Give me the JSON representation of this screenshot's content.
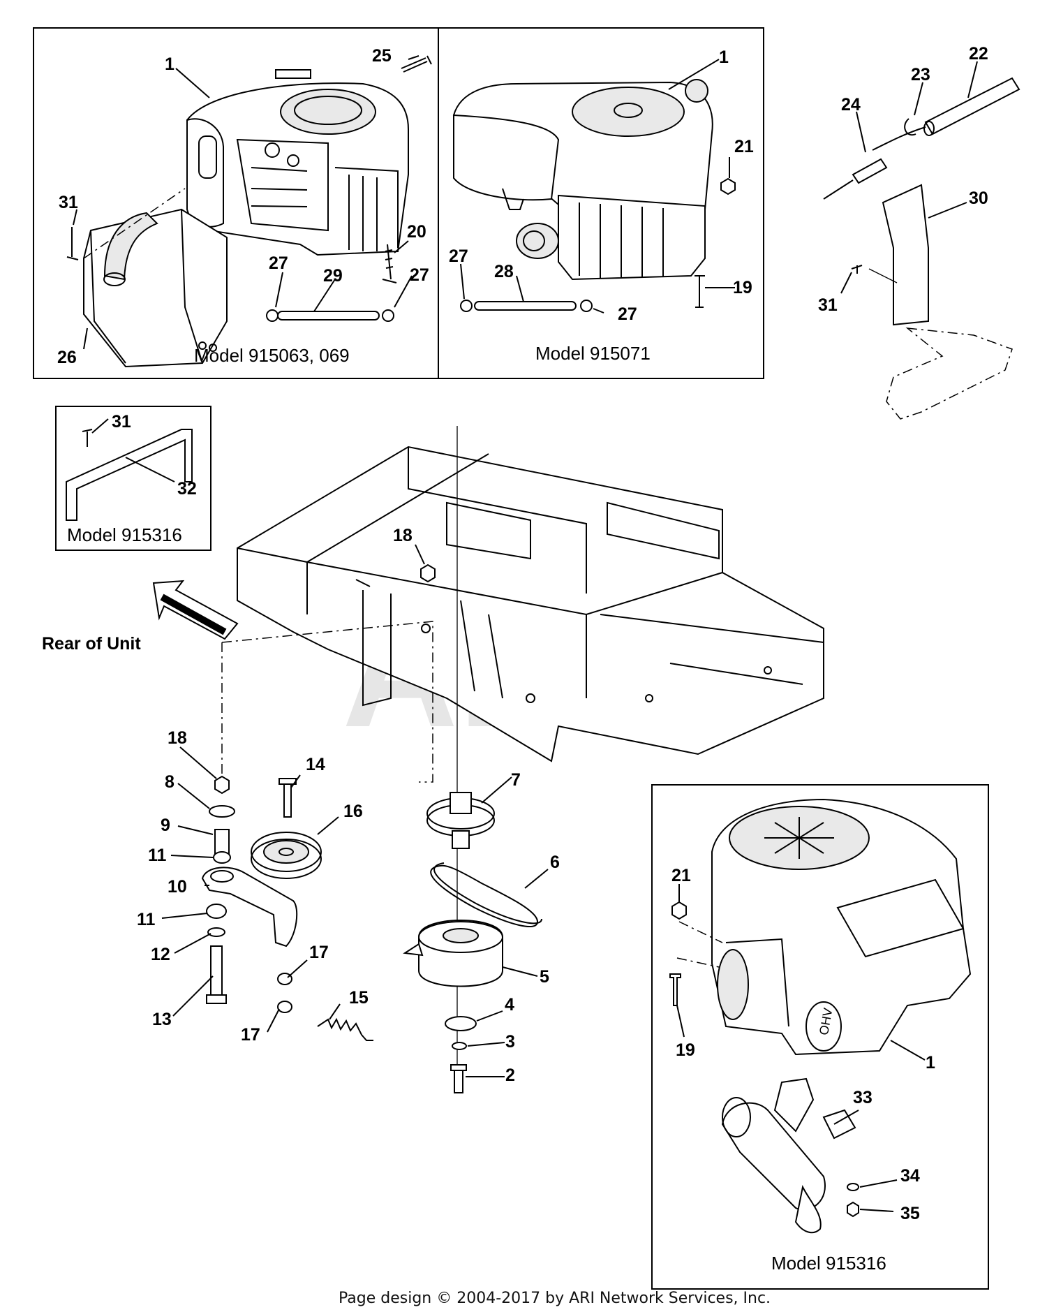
{
  "watermark": "ARI",
  "footer": "Page design © 2004-2017 by ARI Network Services, Inc.",
  "rear_label": "Rear of Unit",
  "models": {
    "top_left": "Model 915063, 069",
    "top_middle": "Model 915071",
    "small_bracket": "Model 915316",
    "bottom_right": "Model 915316"
  },
  "part_numbers": {
    "tl_1": "1",
    "tl_25": "25",
    "tl_31": "31",
    "tl_20": "20",
    "tl_27a": "27",
    "tl_29": "29",
    "tl_27b": "27",
    "tl_26": "26",
    "tm_1": "1",
    "tm_21": "21",
    "tm_27a": "27",
    "tm_28": "28",
    "tm_27b": "27",
    "tm_19": "19",
    "tr_24": "24",
    "tr_23": "23",
    "tr_22": "22",
    "tr_30": "30",
    "tr_31": "31",
    "br_31": "31",
    "br_32": "32",
    "c_18": "18",
    "p_18": "18",
    "p_8": "8",
    "p_9": "9",
    "p_11a": "11",
    "p_10": "10",
    "p_11b": "11",
    "p_12": "12",
    "p_13": "13",
    "p_14": "14",
    "p_16": "16",
    "p_17a": "17",
    "p_17b": "17",
    "p_15": "15",
    "p_7": "7",
    "p_6": "6",
    "p_5": "5",
    "p_4": "4",
    "p_3": "3",
    "p_2": "2",
    "r_21": "21",
    "r_19": "19",
    "r_1": "1",
    "r_33": "33",
    "r_34": "34",
    "r_35": "35"
  }
}
